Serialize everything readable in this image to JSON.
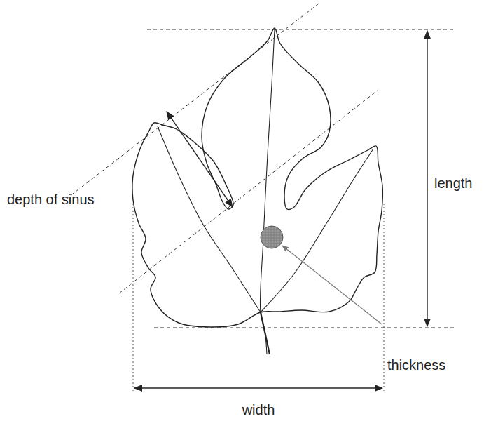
{
  "diagram": {
    "labels": [
      "depth of sinus",
      "length",
      "width",
      "thickness"
    ]
  }
}
